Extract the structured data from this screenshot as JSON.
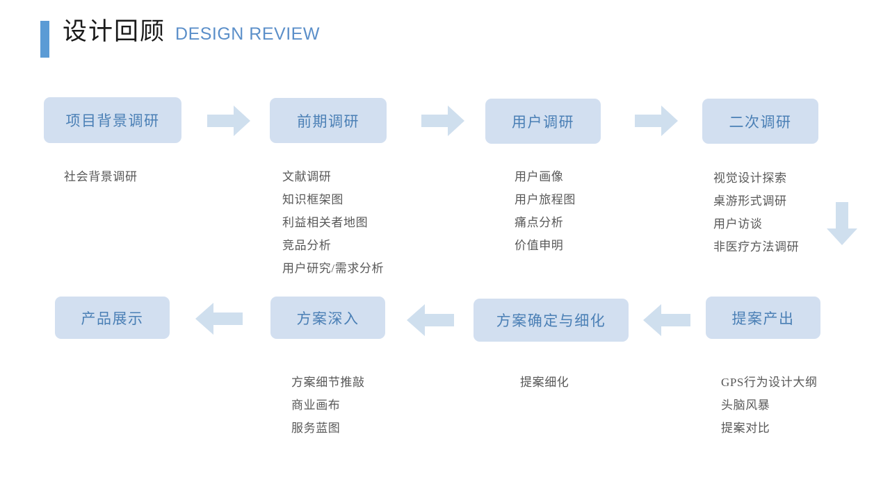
{
  "header": {
    "title_cn": "设计回顾",
    "title_en": "DESIGN REVIEW",
    "accent_color": "#5b9bd5"
  },
  "theme": {
    "box_fill": "#d2dff0",
    "box_text": "#4a7fb5",
    "arrow_fill": "#cfdfee",
    "body_text": "#585858",
    "background": "#ffffff"
  },
  "flow": {
    "row1": {
      "boxes": [
        {
          "label": "项目背景调研"
        },
        {
          "label": "前期调研"
        },
        {
          "label": "用户调研"
        },
        {
          "label": "二次调研"
        }
      ],
      "arrows": [
        {
          "direction": "right"
        },
        {
          "direction": "right"
        },
        {
          "direction": "right"
        }
      ]
    },
    "connector": {
      "direction": "down"
    },
    "row2": {
      "boxes": [
        {
          "label": "产品展示"
        },
        {
          "label": "方案深入"
        },
        {
          "label": "方案确定与细化"
        },
        {
          "label": "提案产出"
        }
      ],
      "arrows": [
        {
          "direction": "left"
        },
        {
          "direction": "left"
        },
        {
          "direction": "left"
        }
      ]
    }
  },
  "details": {
    "row1": [
      {
        "items": [
          "社会背景调研"
        ]
      },
      {
        "items": [
          "文献调研",
          "知识框架图",
          "利益相关者地图",
          "竞品分析",
          "用户研究/需求分析"
        ]
      },
      {
        "items": [
          "用户画像",
          "用户旅程图",
          "痛点分析",
          "价值申明"
        ]
      },
      {
        "items": [
          "视觉设计探索",
          "桌游形式调研",
          "用户访谈",
          "非医疗方法调研"
        ]
      }
    ],
    "row2": [
      {
        "items": []
      },
      {
        "items": [
          "方案细节推敲",
          "商业画布",
          "服务蓝图"
        ]
      },
      {
        "items": [
          "提案细化"
        ]
      },
      {
        "items": [
          "GPS行为设计大纲",
          "头脑风暴",
          "提案对比"
        ]
      }
    ]
  }
}
